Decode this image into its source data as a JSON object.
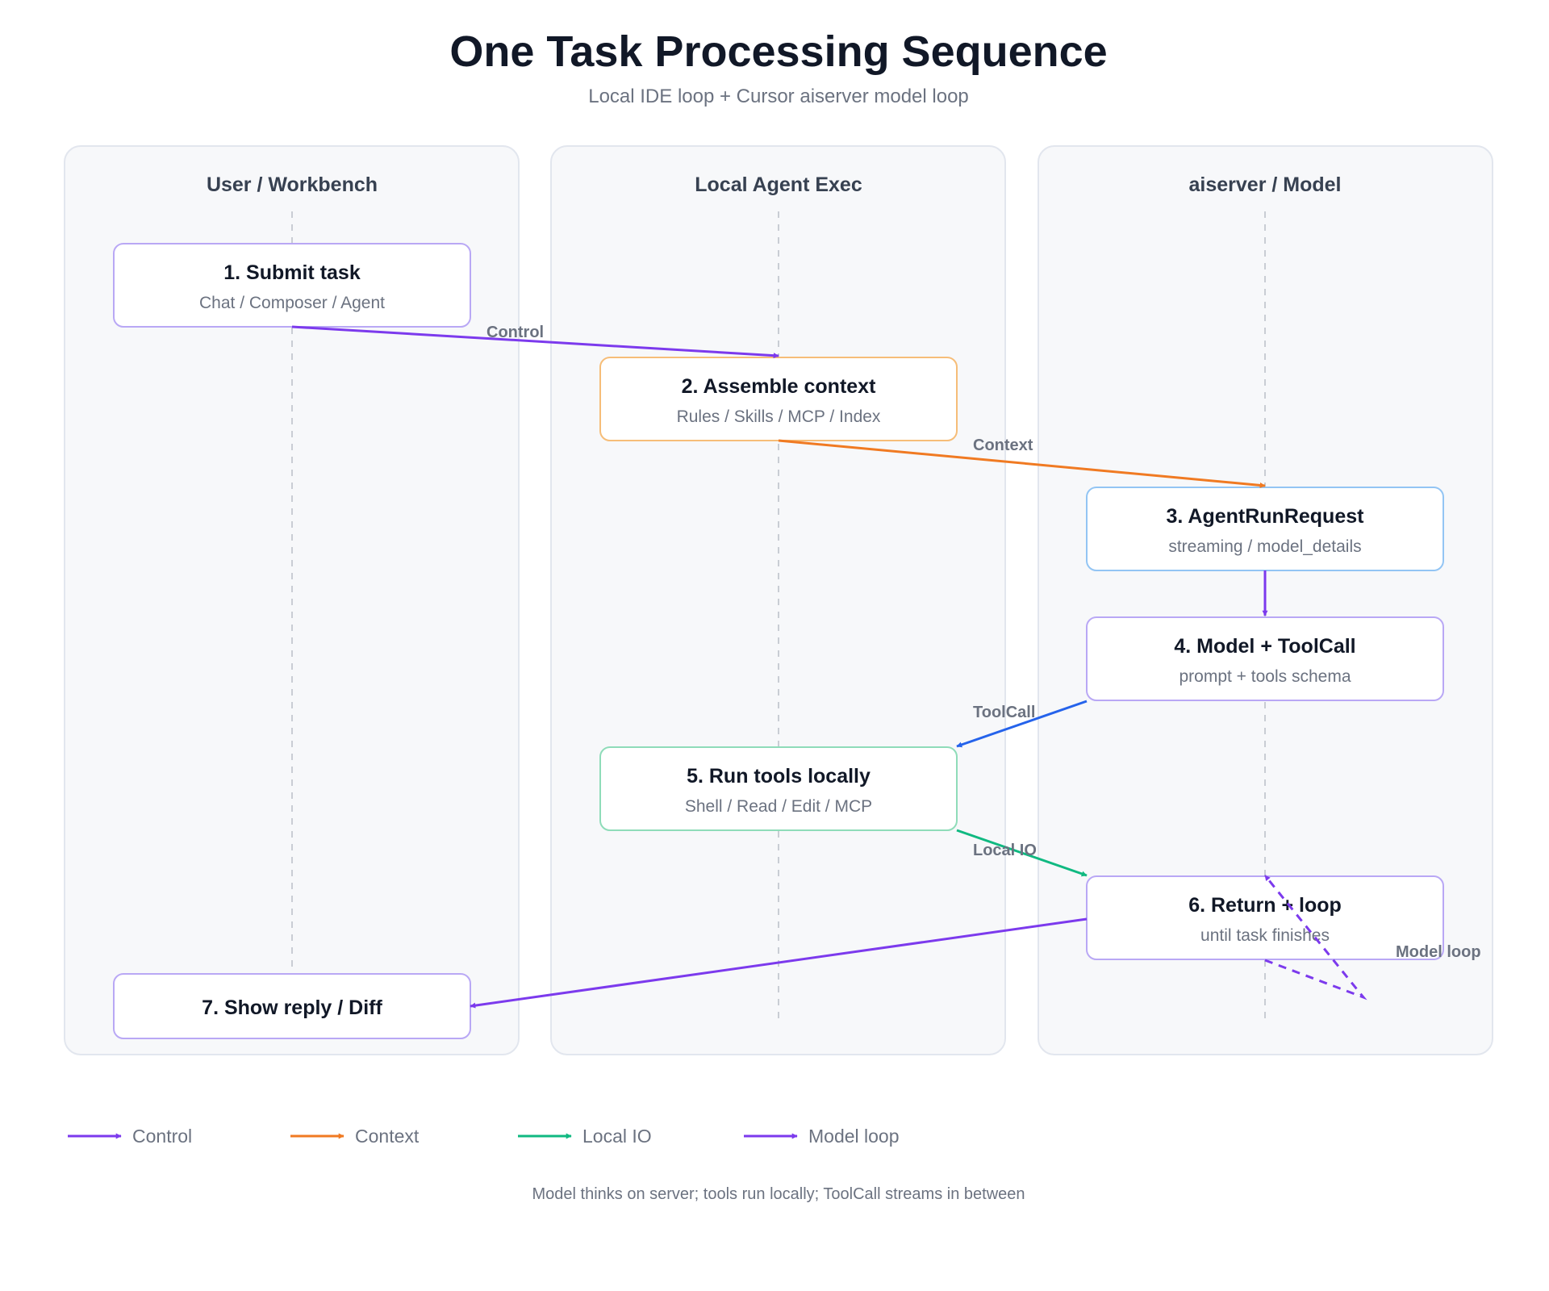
{
  "header": {
    "title": "One Task Processing Sequence",
    "subtitle": "Local IDE loop + Cursor aiserver model loop"
  },
  "lanes": [
    {
      "label": "User / Workbench"
    },
    {
      "label": "Local Agent Exec"
    },
    {
      "label": "aiserver / Model"
    }
  ],
  "steps": [
    {
      "title": "1. Submit task",
      "subtitle": "Chat / Composer / Agent",
      "border": "#b9a8f5"
    },
    {
      "title": "2. Assemble context",
      "subtitle": "Rules / Skills / MCP / Index",
      "border": "#f6bd78"
    },
    {
      "title": "3. AgentRunRequest",
      "subtitle": "streaming / model_details",
      "border": "#93c5f4"
    },
    {
      "title": "4. Model + ToolCall",
      "subtitle": "prompt + tools schema",
      "border": "#b9a8f5"
    },
    {
      "title": "5. Run tools locally",
      "subtitle": "Shell / Read / Edit / MCP",
      "border": "#8fdcb9"
    },
    {
      "title": "6. Return + loop",
      "subtitle": "until task finishes",
      "border": "#b9a8f5"
    },
    {
      "title": "7. Show reply / Diff",
      "subtitle": "",
      "border": "#b9a8f5"
    }
  ],
  "edges": [
    {
      "label": "Control",
      "color": "#7c3aed"
    },
    {
      "label": "Context",
      "color": "#f07a22"
    },
    {
      "label": "",
      "color": "#7c3aed"
    },
    {
      "label": "ToolCall",
      "color": "#2563eb"
    },
    {
      "label": "Local IO",
      "color": "#10b981"
    },
    {
      "label": "",
      "color": "#7c3aed"
    },
    {
      "label": "Model loop",
      "color": "#7c3aed"
    }
  ],
  "legend": [
    {
      "label": "Control",
      "color": "#7c3aed"
    },
    {
      "label": "Context",
      "color": "#f07a22"
    },
    {
      "label": "Local IO",
      "color": "#10b981"
    },
    {
      "label": "Model loop",
      "color": "#7c3aed"
    }
  ],
  "footer": "Model thinks on server; tools run locally; ToolCall streams in between",
  "colors": {
    "title": "#111827",
    "subtitle": "#6b7280",
    "lane_fill": "#f7f8fa",
    "lane_border": "#e2e6ee",
    "lane_title": "#374151",
    "box_title": "#111827",
    "box_subtitle": "#6b7280",
    "edge_label": "#6b7280",
    "lifeline": "#c9cdd4"
  }
}
